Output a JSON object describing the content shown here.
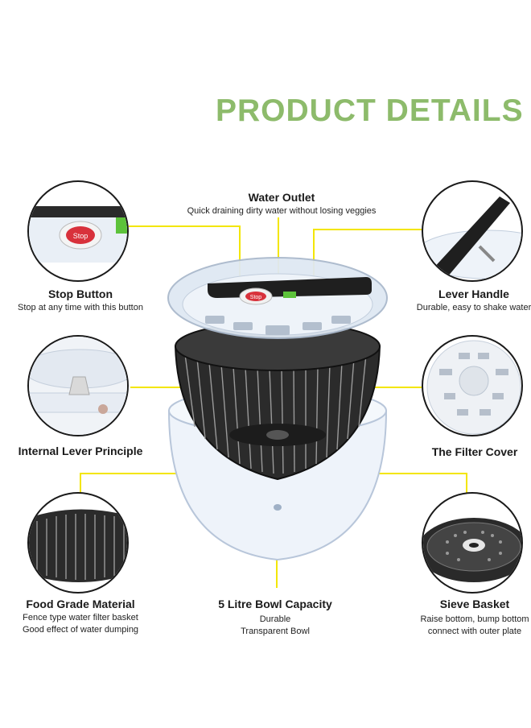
{
  "header": {
    "title": "PRODUCT DETAILS"
  },
  "center_labels": {
    "water_outlet": {
      "title": "Water Outlet",
      "desc": "Quick draining dirty water without losing veggies"
    },
    "bowl_capacity": {
      "title": "5 Litre Bowl Capacity",
      "desc_line1": "Durable",
      "desc_line2": "Transparent Bowl"
    }
  },
  "features": {
    "stop_button": {
      "title": "Stop Button",
      "desc": "Stop at any time with this button",
      "badge": "Stop"
    },
    "lever_handle": {
      "title": "Lever Handle",
      "desc": "Durable, easy to shake water"
    },
    "internal_lever": {
      "title": "Internal Lever Principle"
    },
    "filter_cover": {
      "title": "The Filter Cover"
    },
    "food_grade": {
      "title": "Food Grade Material",
      "desc_line1": "Fence type water filter basket",
      "desc_line2": "Good effect of water dumping"
    },
    "sieve_basket": {
      "title": "Sieve Basket",
      "desc_line1": "Raise bottom, bump bottom",
      "desc_line2": "connect with outer plate"
    }
  },
  "product": {
    "lid_badge": "Stop"
  },
  "colors": {
    "title_green": "#8dbb6b",
    "leader_yellow": "#f3e600",
    "accent_green": "#5cc23a",
    "stop_red": "#d8313b"
  }
}
